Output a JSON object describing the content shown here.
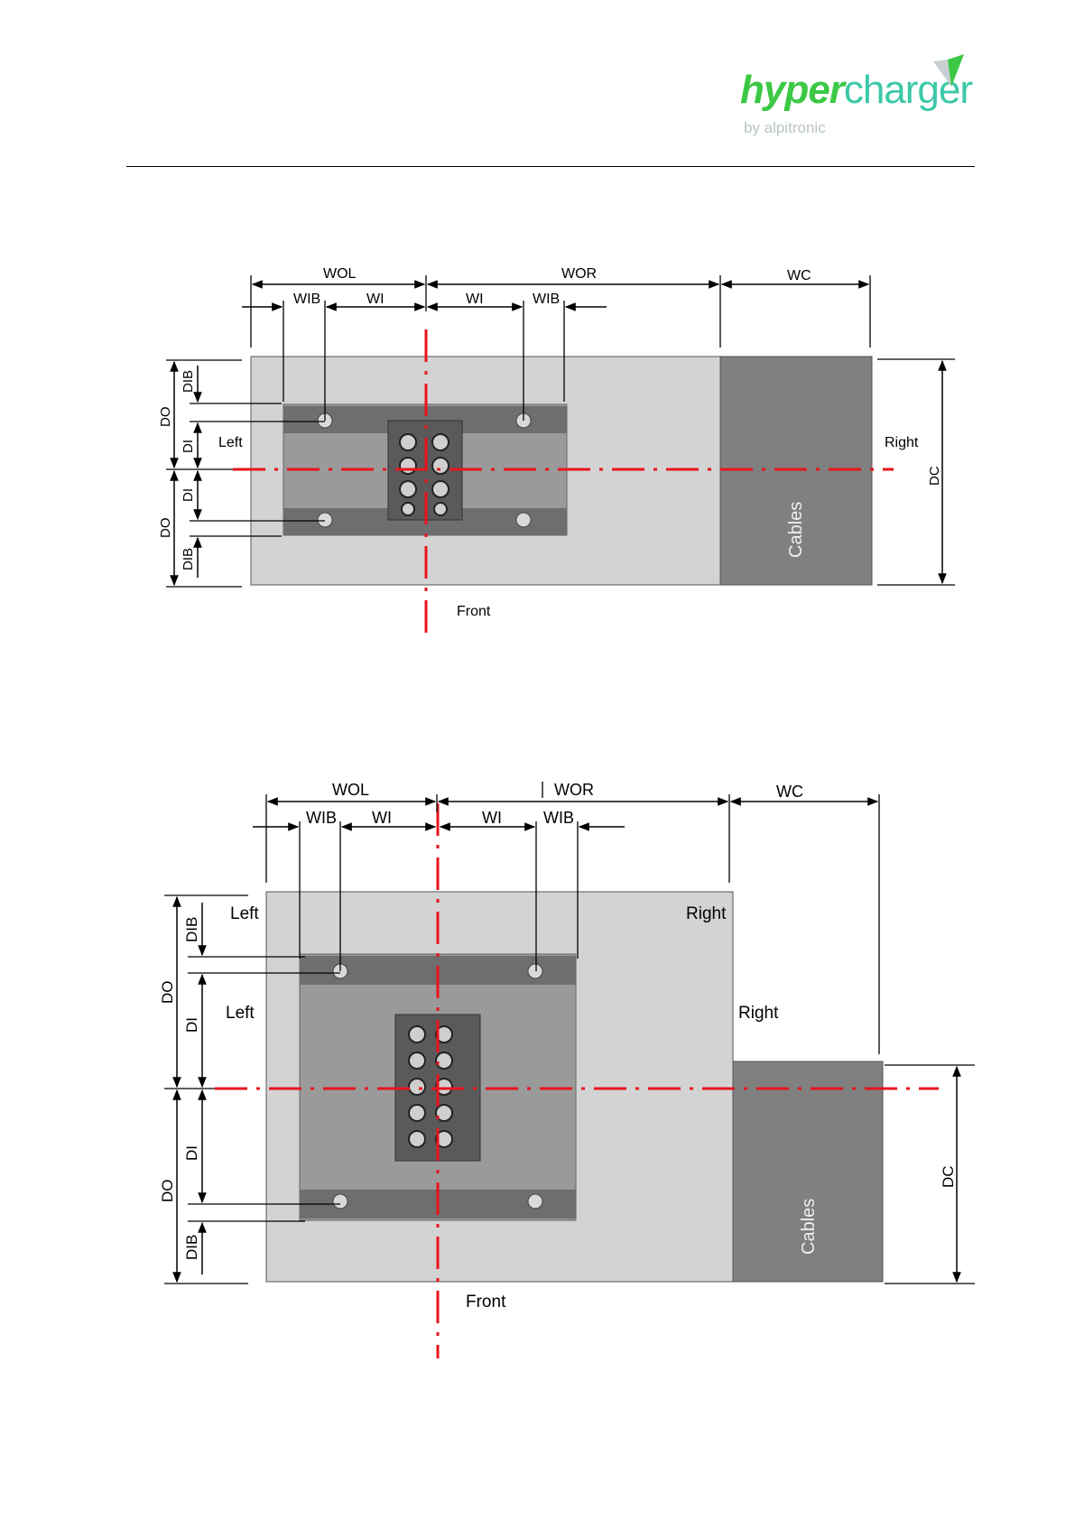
{
  "logo": {
    "brand_primary": "hyper",
    "brand_secondary": "charger",
    "tagline": "by alpitronic",
    "primary_color": "#3cc845",
    "secondary_color": "#3cc8a8"
  },
  "colors": {
    "floor": "#d3d3d3",
    "cable_area": "#808080",
    "plate": "#9a9a9a",
    "rail": "#6e6e6e",
    "connector_block": "#5a5a5a",
    "centerline": "#e8141c"
  },
  "figure1": {
    "labels": {
      "w_ol": "WOL",
      "w_or": "WOR",
      "w_c": "WC",
      "w_ib_left": "WIB",
      "w_i_left": "WI",
      "w_i_right": "WI",
      "w_ib_right": "WIB",
      "d_ib_top": "DIB",
      "d_o_top": "DO",
      "d_i_top": "DI",
      "d_i_bottom": "DI",
      "d_o_bottom": "DO",
      "d_ib_bottom": "DIB",
      "d_c": "DC",
      "left": "Left",
      "right": "Right",
      "front": "Front",
      "cables": "Cables"
    }
  },
  "figure2": {
    "labels": {
      "w_ol": "WOL",
      "w_or": "WOR",
      "w_c": "WC",
      "w_ib_left": "WIB",
      "w_i_left": "WI",
      "w_i_right": "WI",
      "w_ib_right": "WIB",
      "d_ib_top": "DIB",
      "d_o_top": "DO",
      "d_i_top": "DI",
      "d_i_bottom": "DI",
      "d_o_bottom": "DO",
      "d_ib_bottom": "DIB",
      "d_c": "DC",
      "left_outer": "Left",
      "left_inner": "Left",
      "right_outer": "Right",
      "right_inner": "Right",
      "front": "Front",
      "cables": "Cables"
    }
  }
}
